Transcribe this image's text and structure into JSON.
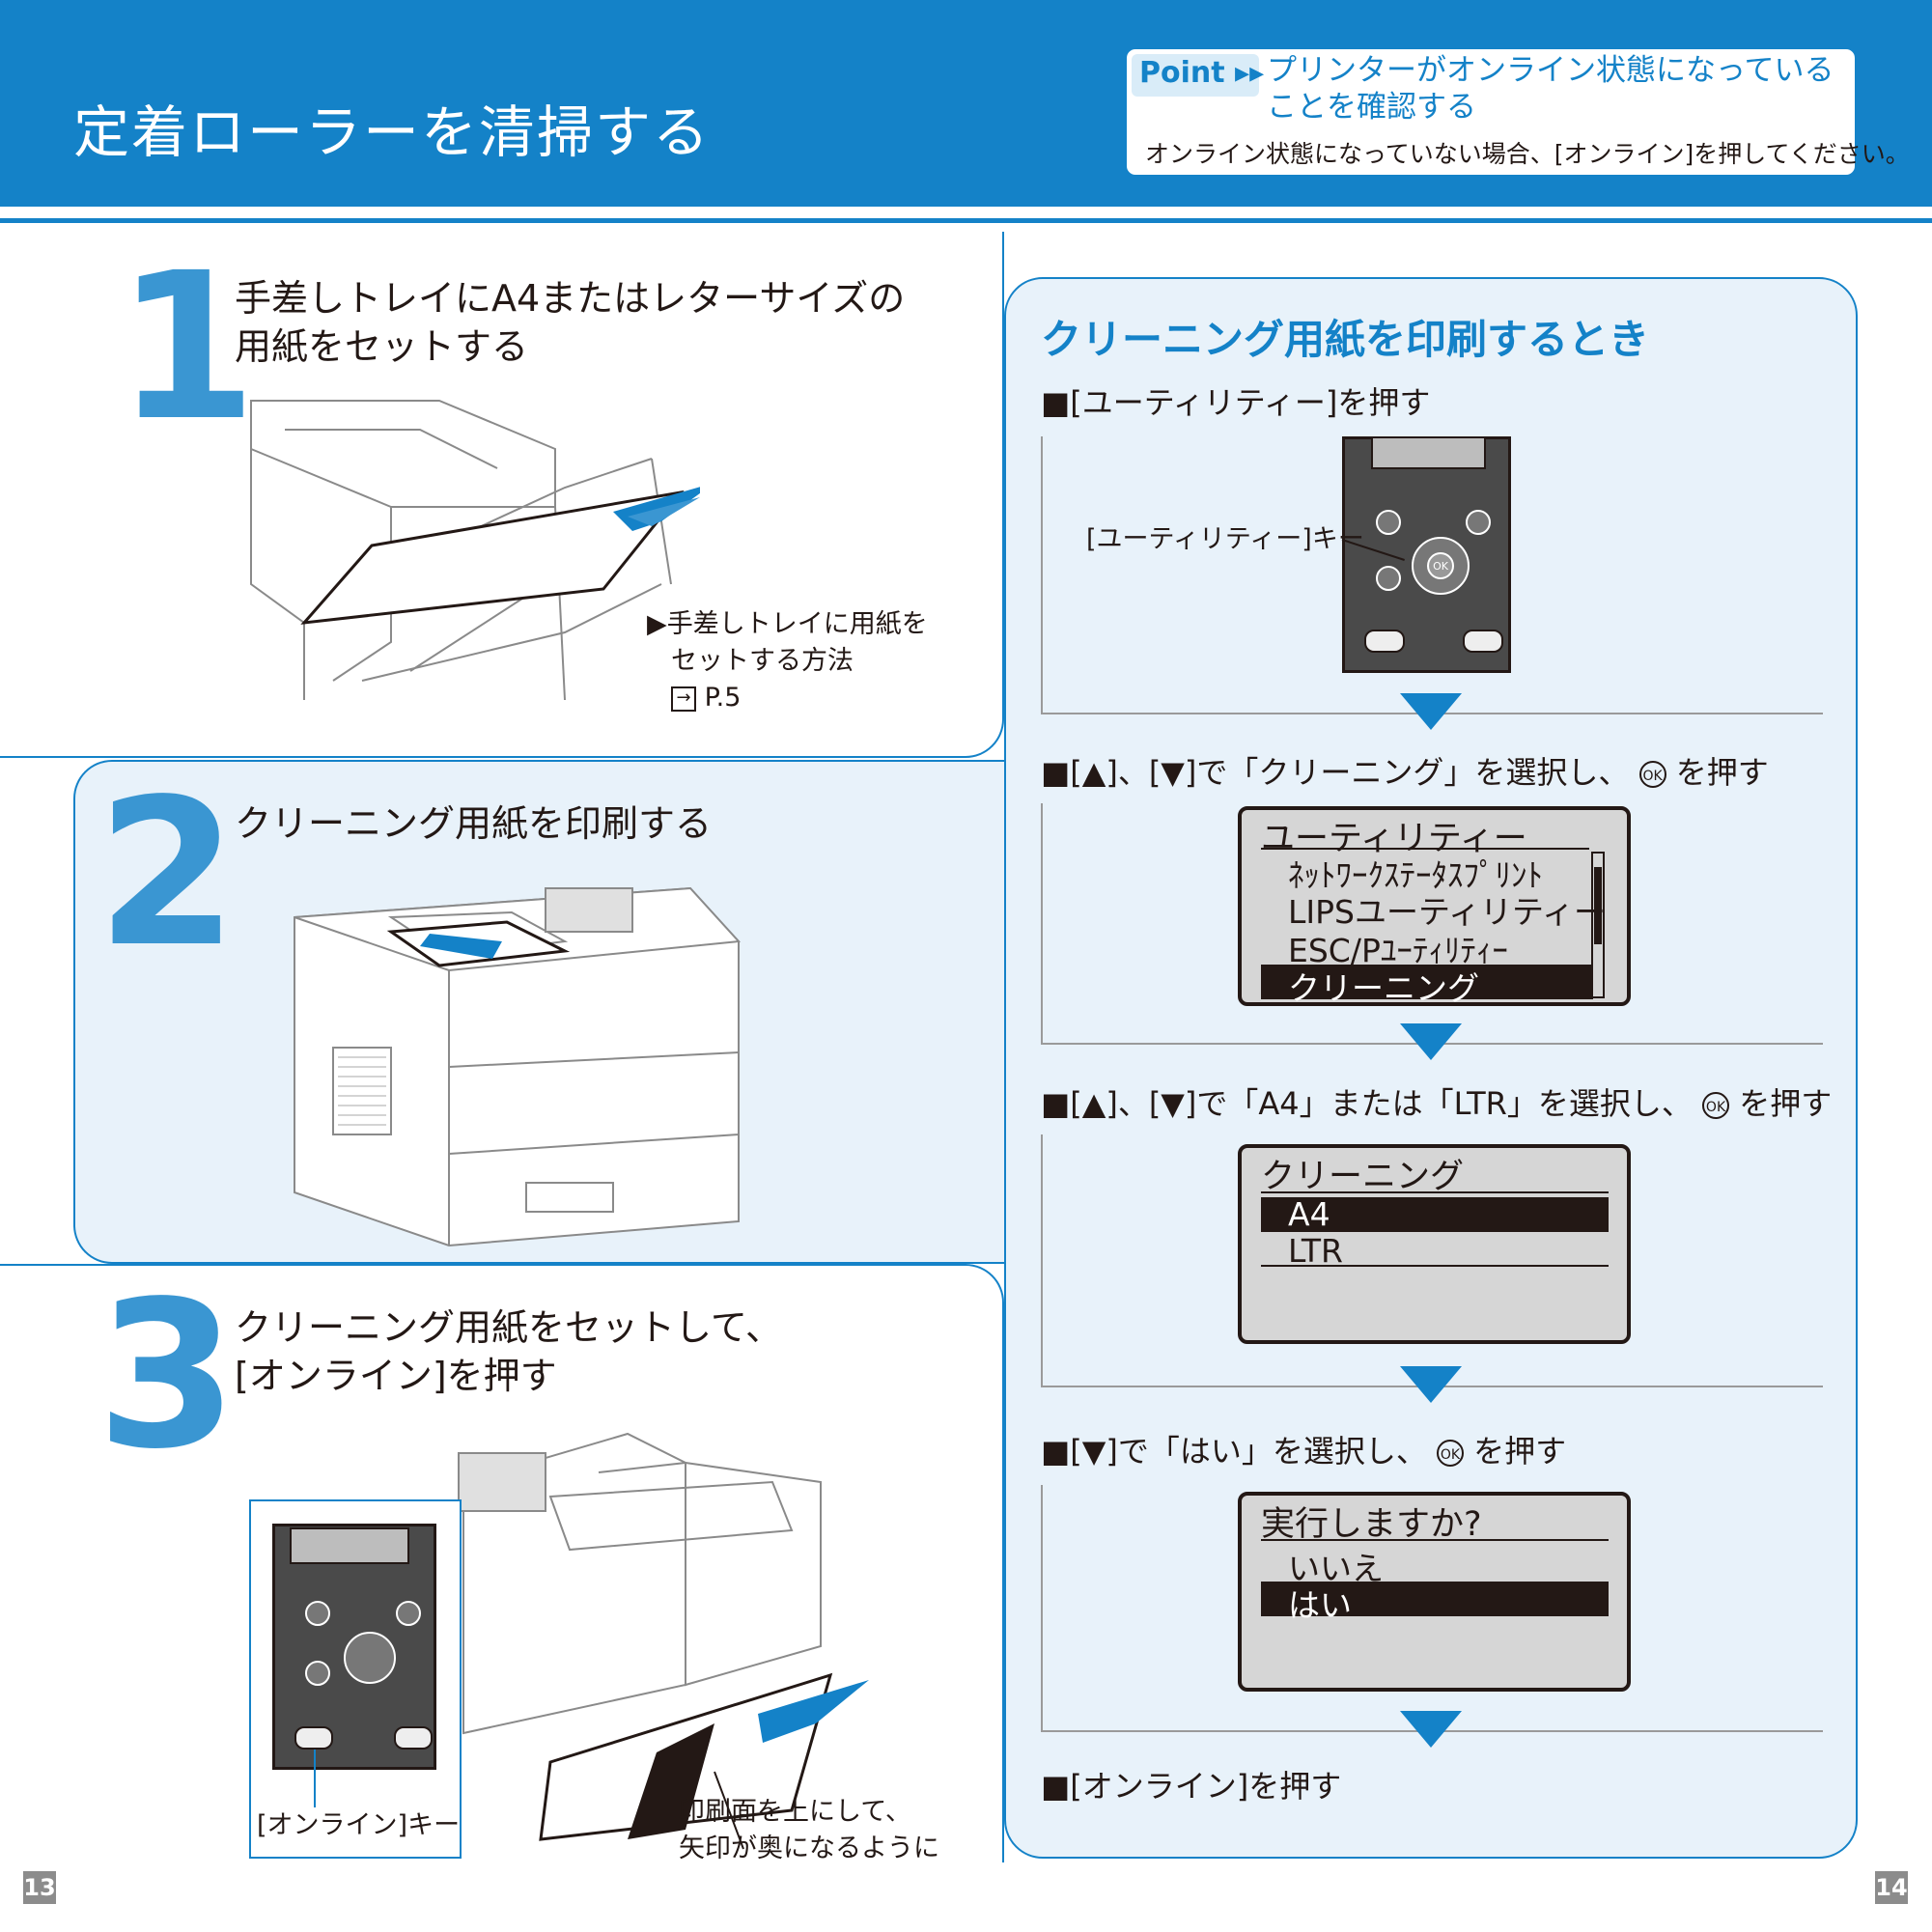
{
  "header": {
    "title": "定着ローラーを清掃する",
    "point_badge": "Point ▸▸",
    "point_title": "プリンターがオンライン状態になっている ことを確認する",
    "point_text": "オンライン状態になっていない場合、[オンライン]を押してください。"
  },
  "steps": [
    {
      "number": "1",
      "text": "手差しトレイにA4またはレターサイズの 用紙をセットする",
      "note_line1": "▶手差しトレイに用紙を",
      "note_line2": "セットする方法",
      "note_ref": "P.5"
    },
    {
      "number": "2",
      "text": "クリーニング用紙を印刷する"
    },
    {
      "number": "3",
      "text": "クリーニング用紙をセットして、 [オンライン]を押す",
      "key_label": "[オンライン]キー",
      "note_line1": "印刷面を上にして、",
      "note_line2": "矢印が奥になるように"
    }
  ],
  "right": {
    "title": "クリーニング用紙を印刷するとき",
    "instructions": [
      "■[ユーティリティー]を押す",
      "■[▲]、[▼]で「クリーニング」を選択し、",
      "を押す",
      "■[▲]、[▼]で「A4」または「LTR」を選択し、",
      "を押す",
      "■[▼]で「はい」を選択し、",
      "を押す",
      "■[オンライン]を押す"
    ],
    "utility_key_label": "[ユーティリティー]キー",
    "ok_glyph": "OK",
    "screen1": {
      "title": "ユーティリティー",
      "items": [
        "ﾈｯﾄﾜｰｸｽﾃｰﾀｽﾌﾟﾘﾝﾄ",
        "LIPSユーティリティー",
        "ESC/Pﾕｰﾃｨﾘﾃｨｰ",
        "クリーニング"
      ]
    },
    "screen2": {
      "title": "クリーニング",
      "items": [
        "A4",
        "LTR"
      ]
    },
    "screen3": {
      "title": "実行しますか?",
      "items": [
        "いいえ",
        "はい"
      ]
    }
  },
  "page_numbers": {
    "left": "13",
    "right": "14"
  },
  "colors": {
    "accent": "#1482c8",
    "panel_bg": "#e8f2fa",
    "step_number": "#3a96d2"
  }
}
